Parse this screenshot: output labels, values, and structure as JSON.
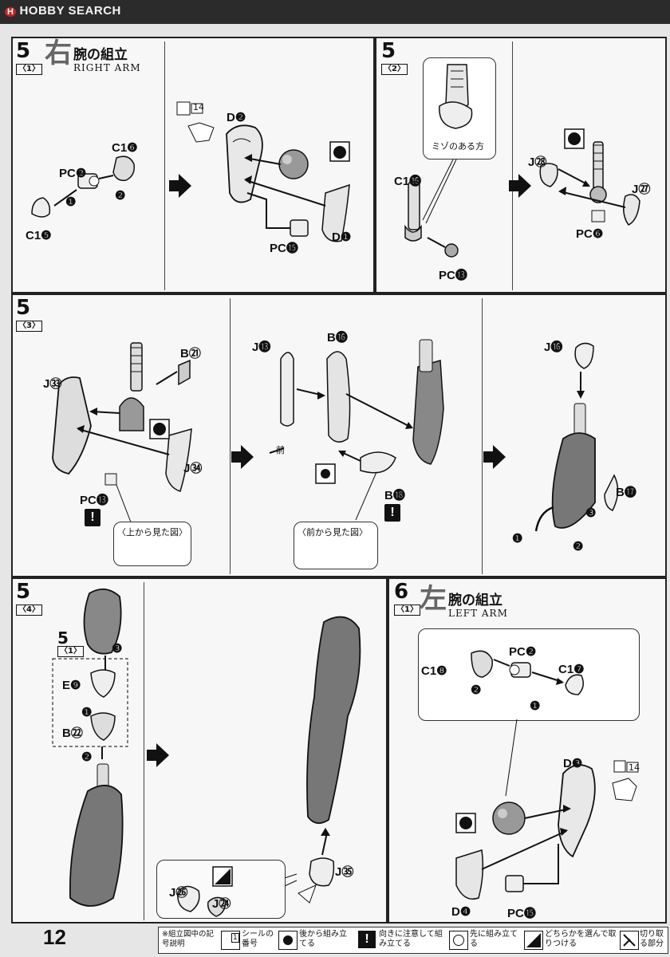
{
  "site": {
    "logo": "HOBBY SEARCH"
  },
  "page_number": "12",
  "step5_1": {
    "step": "5",
    "sub": "〈1〉",
    "big_kanji": "右",
    "title_jp": "腕の組立",
    "title_en": "RIGHT ARM",
    "labels": [
      "C1❻",
      "PC❷",
      "C1❺",
      "D❷",
      "PC⓯",
      "D❶"
    ],
    "seal": "14",
    "seq": [
      "❶",
      "❷"
    ]
  },
  "step5_2": {
    "step": "5",
    "sub": "〈2〉",
    "callout": "ミゾのある方",
    "labels": [
      "C1⓰",
      "PC⓭",
      "J㉘",
      "J㉗",
      "PC❻"
    ]
  },
  "step5_3": {
    "step": "5",
    "sub": "〈3〉",
    "labels": [
      "B㉑",
      "J㉝",
      "J㉞",
      "PC⓭",
      "J⓭",
      "B⓰",
      "B⓲",
      "J⓰",
      "B⓱"
    ],
    "front_mark": "前",
    "callout_top": "〈上から見た図〉",
    "callout_front": "〈前から見た図〉",
    "seq": [
      "❶",
      "❷",
      "❸"
    ]
  },
  "step5_4": {
    "step": "5",
    "sub": "〈4〉",
    "ref_step": "5",
    "ref_sub": "〈1〉",
    "labels": [
      "E❾",
      "B㉒",
      "J㉖",
      "J㉔",
      "J㉟"
    ],
    "seq": [
      "❶",
      "❷",
      "❸"
    ]
  },
  "step6_1": {
    "step": "6",
    "sub": "〈1〉",
    "big_kanji": "左",
    "title_jp": "腕の組立",
    "title_en": "LEFT ARM",
    "labels": [
      "C1❽",
      "PC❷",
      "C1❼",
      "D❸",
      "D❹",
      "PC⓯"
    ],
    "seal": "14",
    "seq": [
      "❶",
      "❷"
    ]
  },
  "legend": {
    "title": "※組立図中の記号説明",
    "items": [
      {
        "icon": "seal-icon",
        "text": "シールの番号",
        "num": "1"
      },
      {
        "icon": "back-assemble-icon",
        "text": "後から組み立てる"
      },
      {
        "icon": "caution-icon",
        "text": "向きに注意して組み立てる",
        "mark": "!"
      },
      {
        "icon": "first-assemble-icon",
        "text": "先に組み立てる"
      },
      {
        "icon": "choose-icon",
        "text": "どちらかを選んで取りつける"
      },
      {
        "icon": "cut-icon",
        "text": "切り取る部分"
      }
    ]
  }
}
